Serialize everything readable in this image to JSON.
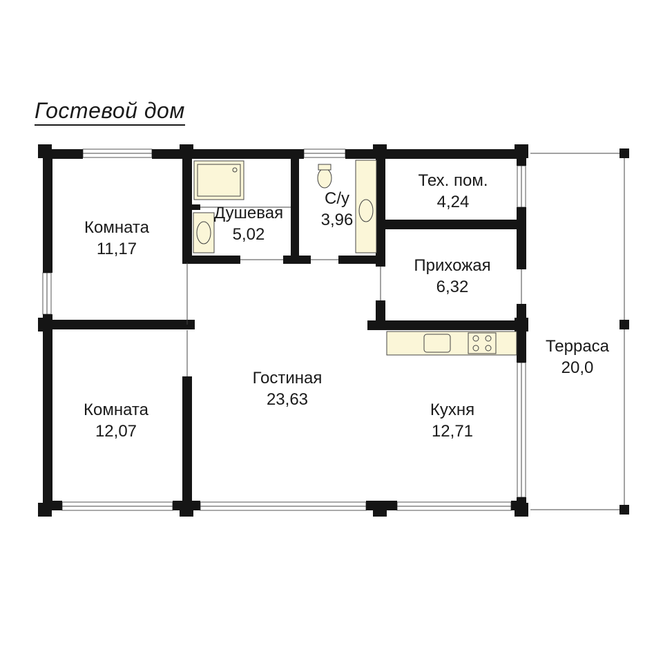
{
  "title": "Гостевой дом",
  "rooms": [
    {
      "id": "room1",
      "name": "Комната",
      "area": "11,17"
    },
    {
      "id": "shower",
      "name": "Душевая",
      "area": "5,02"
    },
    {
      "id": "wc",
      "name": "С/у",
      "area": "3,96"
    },
    {
      "id": "tech",
      "name": "Тех. пом.",
      "area": "4,24"
    },
    {
      "id": "hall",
      "name": "Прихожая",
      "area": "6,32"
    },
    {
      "id": "terrace",
      "name": "Терраса",
      "area": "20,0"
    },
    {
      "id": "living",
      "name": "Гостиная",
      "area": "23,63"
    },
    {
      "id": "room2",
      "name": "Комната",
      "area": "12,07"
    },
    {
      "id": "kitchen",
      "name": "Кухня",
      "area": "12,71"
    }
  ],
  "colors": {
    "wall": "#151515",
    "fixture": "#fbf6d8",
    "background": "#ffffff"
  }
}
